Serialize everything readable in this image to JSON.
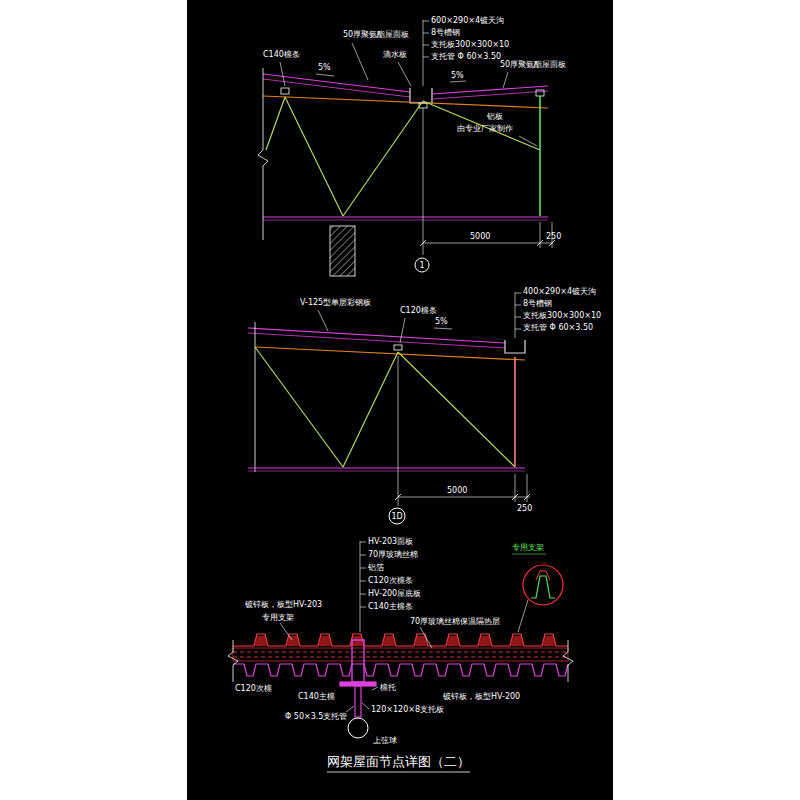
{
  "diagram": {
    "title": "网架屋面节点详图（二）",
    "nodes": [
      {
        "text": [
          "1"
        ]
      },
      {
        "text": [
          "1D"
        ]
      }
    ],
    "labels": [
      "600×290×4镀天沟",
      "8号槽钢",
      "支托板300×300×10",
      "支托管 Φ 60×3.50",
      "50厚聚氨酯屋面板",
      "C140檩条",
      "5%",
      "滴水板",
      "5%",
      "50厚聚氨酯屋面板",
      "铝板",
      "由专业厂家制作",
      "5000",
      "250",
      "V-125型单层彩钢板",
      "C120檩条",
      "5%",
      "400×290×4镀天沟",
      "8号槽钢",
      "支托板300×300×10",
      "支托管 Φ 60×3.50",
      "5000",
      "250",
      "HV-203面板",
      "70厚玻璃丝棉",
      "铝箔",
      "C120次檩条",
      "HV-200屋底板",
      "C140主檩条",
      "专用支架",
      "镀锌板，板型HV-203",
      "专用支架",
      "70厚玻璃丝棉保温隔热层",
      "C120次檩",
      "C140主檩",
      "檩托",
      "镀锌板，板型HV-200",
      "Φ 50×3.5支托管",
      "120×120×8支托板",
      "上弦球"
    ]
  }
}
